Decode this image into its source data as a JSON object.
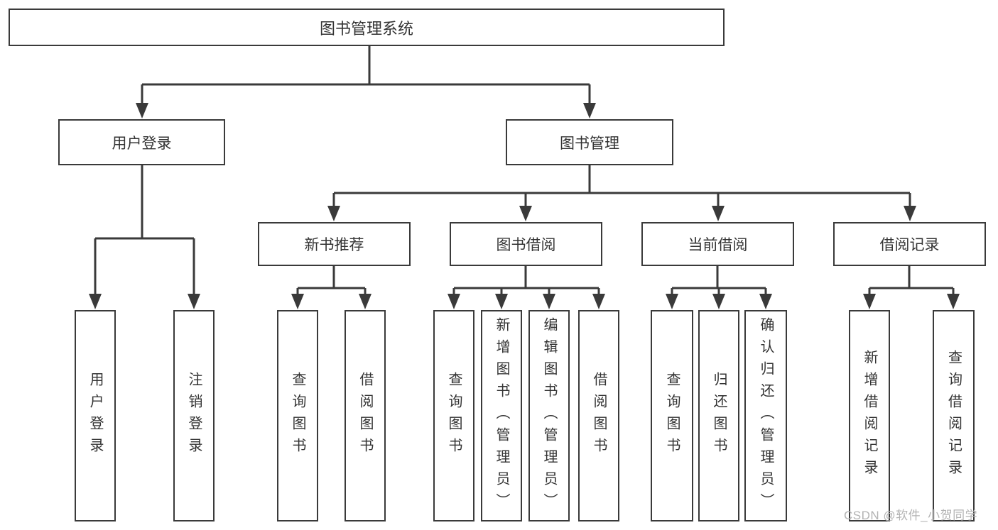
{
  "diagram": {
    "type": "hierarchy-tree",
    "root": {
      "label": "图书管理系统",
      "children": [
        {
          "label": "用户登录",
          "children": [
            {
              "label": "用户登录"
            },
            {
              "label": "注销登录"
            }
          ]
        },
        {
          "label": "图书管理",
          "children": [
            {
              "label": "新书推荐",
              "children": [
                {
                  "label": "查询图书"
                },
                {
                  "label": "借阅图书"
                }
              ]
            },
            {
              "label": "图书借阅",
              "children": [
                {
                  "label": "查询图书"
                },
                {
                  "label": "新增图书（管理员）"
                },
                {
                  "label": "编辑图书（管理员）"
                },
                {
                  "label": "借阅图书"
                }
              ]
            },
            {
              "label": "当前借阅",
              "children": [
                {
                  "label": "查询图书"
                },
                {
                  "label": "归还图书"
                },
                {
                  "label": "确认归还（管理员）"
                }
              ]
            },
            {
              "label": "借阅记录",
              "children": [
                {
                  "label": "新增借阅记录"
                },
                {
                  "label": "查询借阅记录"
                }
              ]
            }
          ]
        }
      ]
    }
  },
  "watermark": {
    "text": "CSDN @软件_小贺同学"
  },
  "colors": {
    "line": "#3a3a3a",
    "text": "#333333",
    "watermark": "#b3b3b3",
    "background": "#ffffff"
  }
}
